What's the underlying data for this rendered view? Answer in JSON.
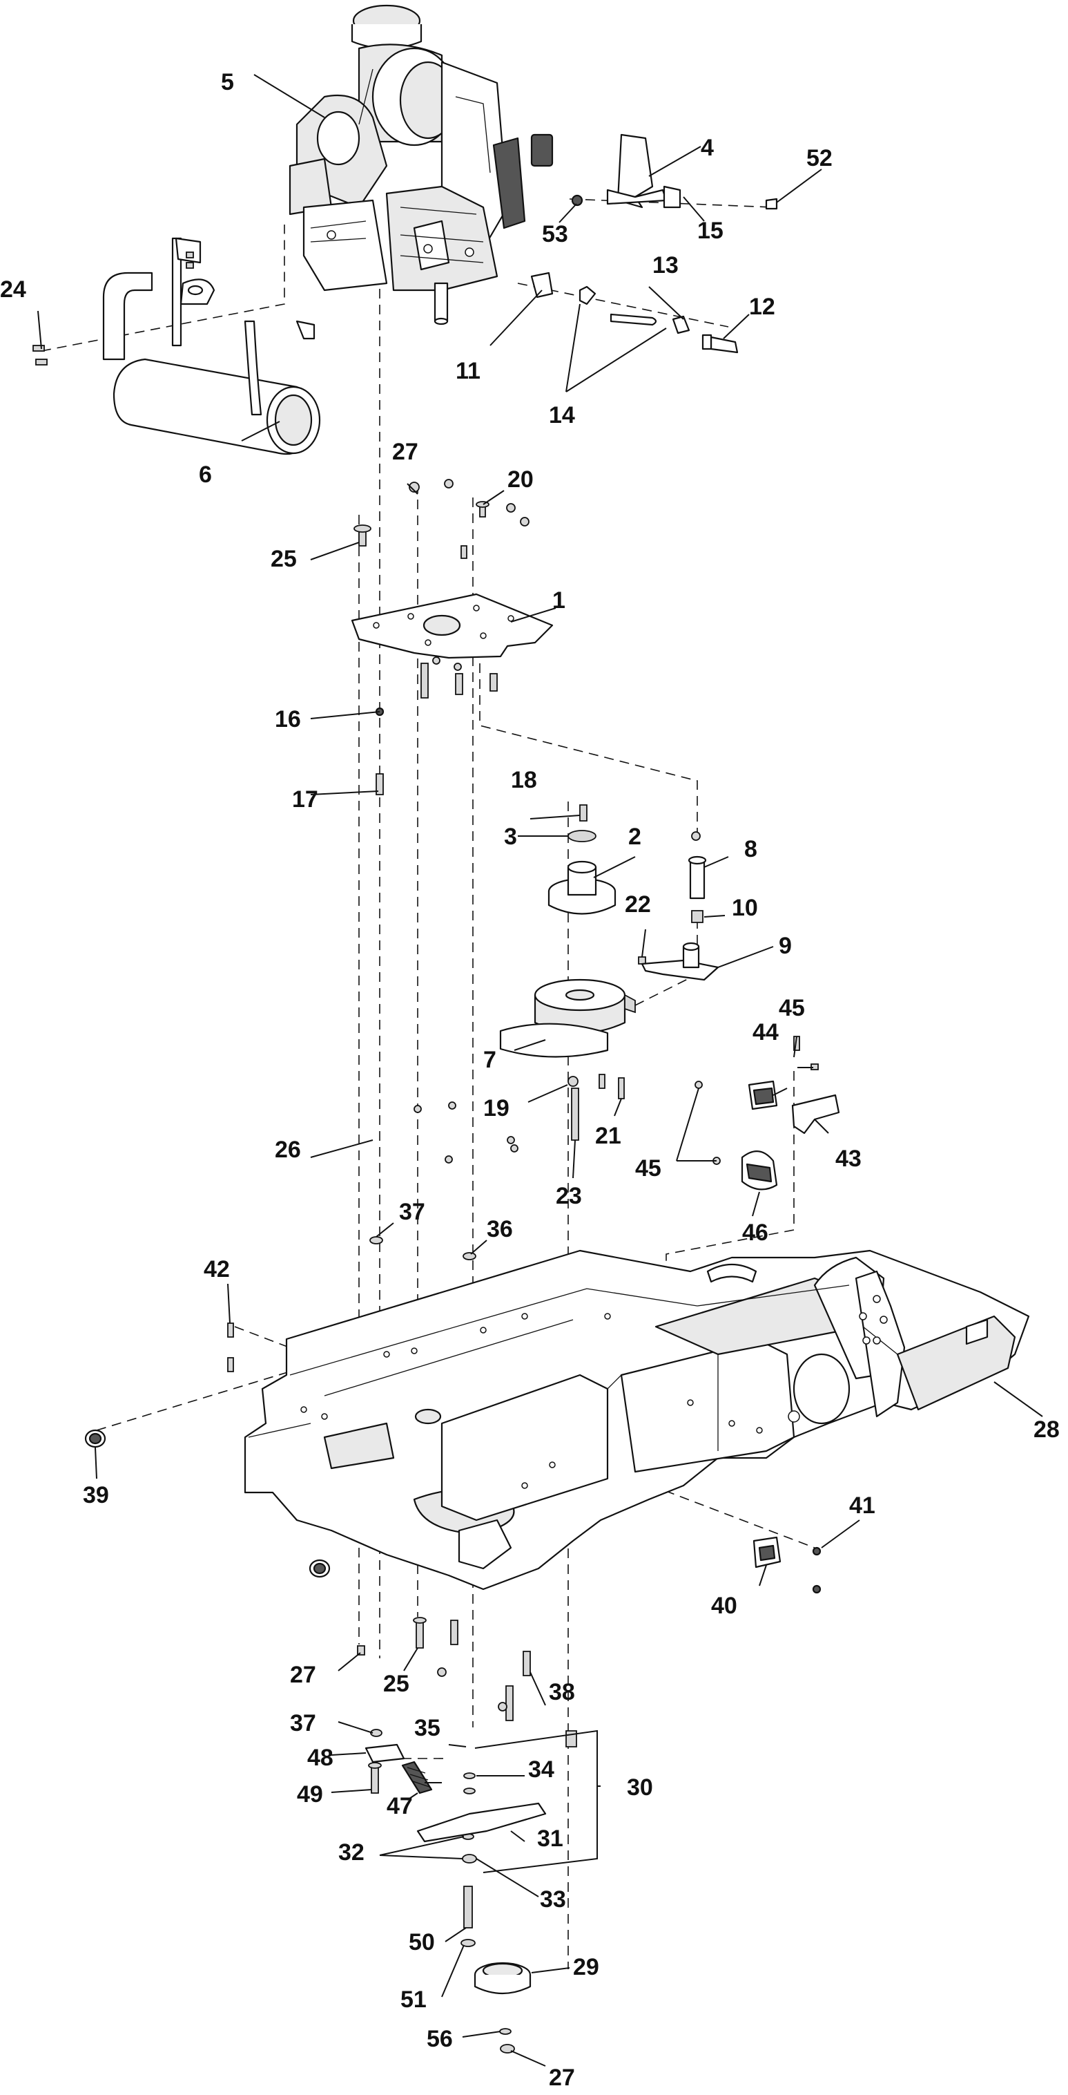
{
  "callouts": [
    {
      "id": "c1",
      "text": "1"
    },
    {
      "id": "c2",
      "text": "2"
    },
    {
      "id": "c3",
      "text": "3"
    },
    {
      "id": "c4",
      "text": "4"
    },
    {
      "id": "c5",
      "text": "5"
    },
    {
      "id": "c6",
      "text": "6"
    },
    {
      "id": "c7",
      "text": "7"
    },
    {
      "id": "c8",
      "text": "8"
    },
    {
      "id": "c9",
      "text": "9"
    },
    {
      "id": "c10",
      "text": "10"
    },
    {
      "id": "c11",
      "text": "11"
    },
    {
      "id": "c12",
      "text": "12"
    },
    {
      "id": "c13",
      "text": "13"
    },
    {
      "id": "c14",
      "text": "14"
    },
    {
      "id": "c15",
      "text": "15"
    },
    {
      "id": "c16",
      "text": "16"
    },
    {
      "id": "c17",
      "text": "17"
    },
    {
      "id": "c18",
      "text": "18"
    },
    {
      "id": "c19",
      "text": "19"
    },
    {
      "id": "c20",
      "text": "20"
    },
    {
      "id": "c21",
      "text": "21"
    },
    {
      "id": "c22",
      "text": "22"
    },
    {
      "id": "c23",
      "text": "23"
    },
    {
      "id": "c24",
      "text": "24"
    },
    {
      "id": "c25a",
      "text": "25"
    },
    {
      "id": "c25b",
      "text": "25"
    },
    {
      "id": "c26",
      "text": "26"
    },
    {
      "id": "c27a",
      "text": "27"
    },
    {
      "id": "c27b",
      "text": "27"
    },
    {
      "id": "c27c",
      "text": "27"
    },
    {
      "id": "c28",
      "text": "28"
    },
    {
      "id": "c29",
      "text": "29"
    },
    {
      "id": "c30",
      "text": "30"
    },
    {
      "id": "c31",
      "text": "31"
    },
    {
      "id": "c32",
      "text": "32"
    },
    {
      "id": "c33",
      "text": "33"
    },
    {
      "id": "c34",
      "text": "34"
    },
    {
      "id": "c35",
      "text": "35"
    },
    {
      "id": "c36",
      "text": "36"
    },
    {
      "id": "c37a",
      "text": "37"
    },
    {
      "id": "c37b",
      "text": "37"
    },
    {
      "id": "c38",
      "text": "38"
    },
    {
      "id": "c39",
      "text": "39"
    },
    {
      "id": "c40",
      "text": "40"
    },
    {
      "id": "c41",
      "text": "41"
    },
    {
      "id": "c42",
      "text": "42"
    },
    {
      "id": "c43",
      "text": "43"
    },
    {
      "id": "c44",
      "text": "44"
    },
    {
      "id": "c45a",
      "text": "45"
    },
    {
      "id": "c45b",
      "text": "45"
    },
    {
      "id": "c46",
      "text": "46"
    },
    {
      "id": "c47",
      "text": "47"
    },
    {
      "id": "c48",
      "text": "48"
    },
    {
      "id": "c49",
      "text": "49"
    },
    {
      "id": "c50",
      "text": "50"
    },
    {
      "id": "c51",
      "text": "51"
    },
    {
      "id": "c52",
      "text": "52"
    },
    {
      "id": "c53",
      "text": "53"
    },
    {
      "id": "c56",
      "text": "56"
    }
  ]
}
